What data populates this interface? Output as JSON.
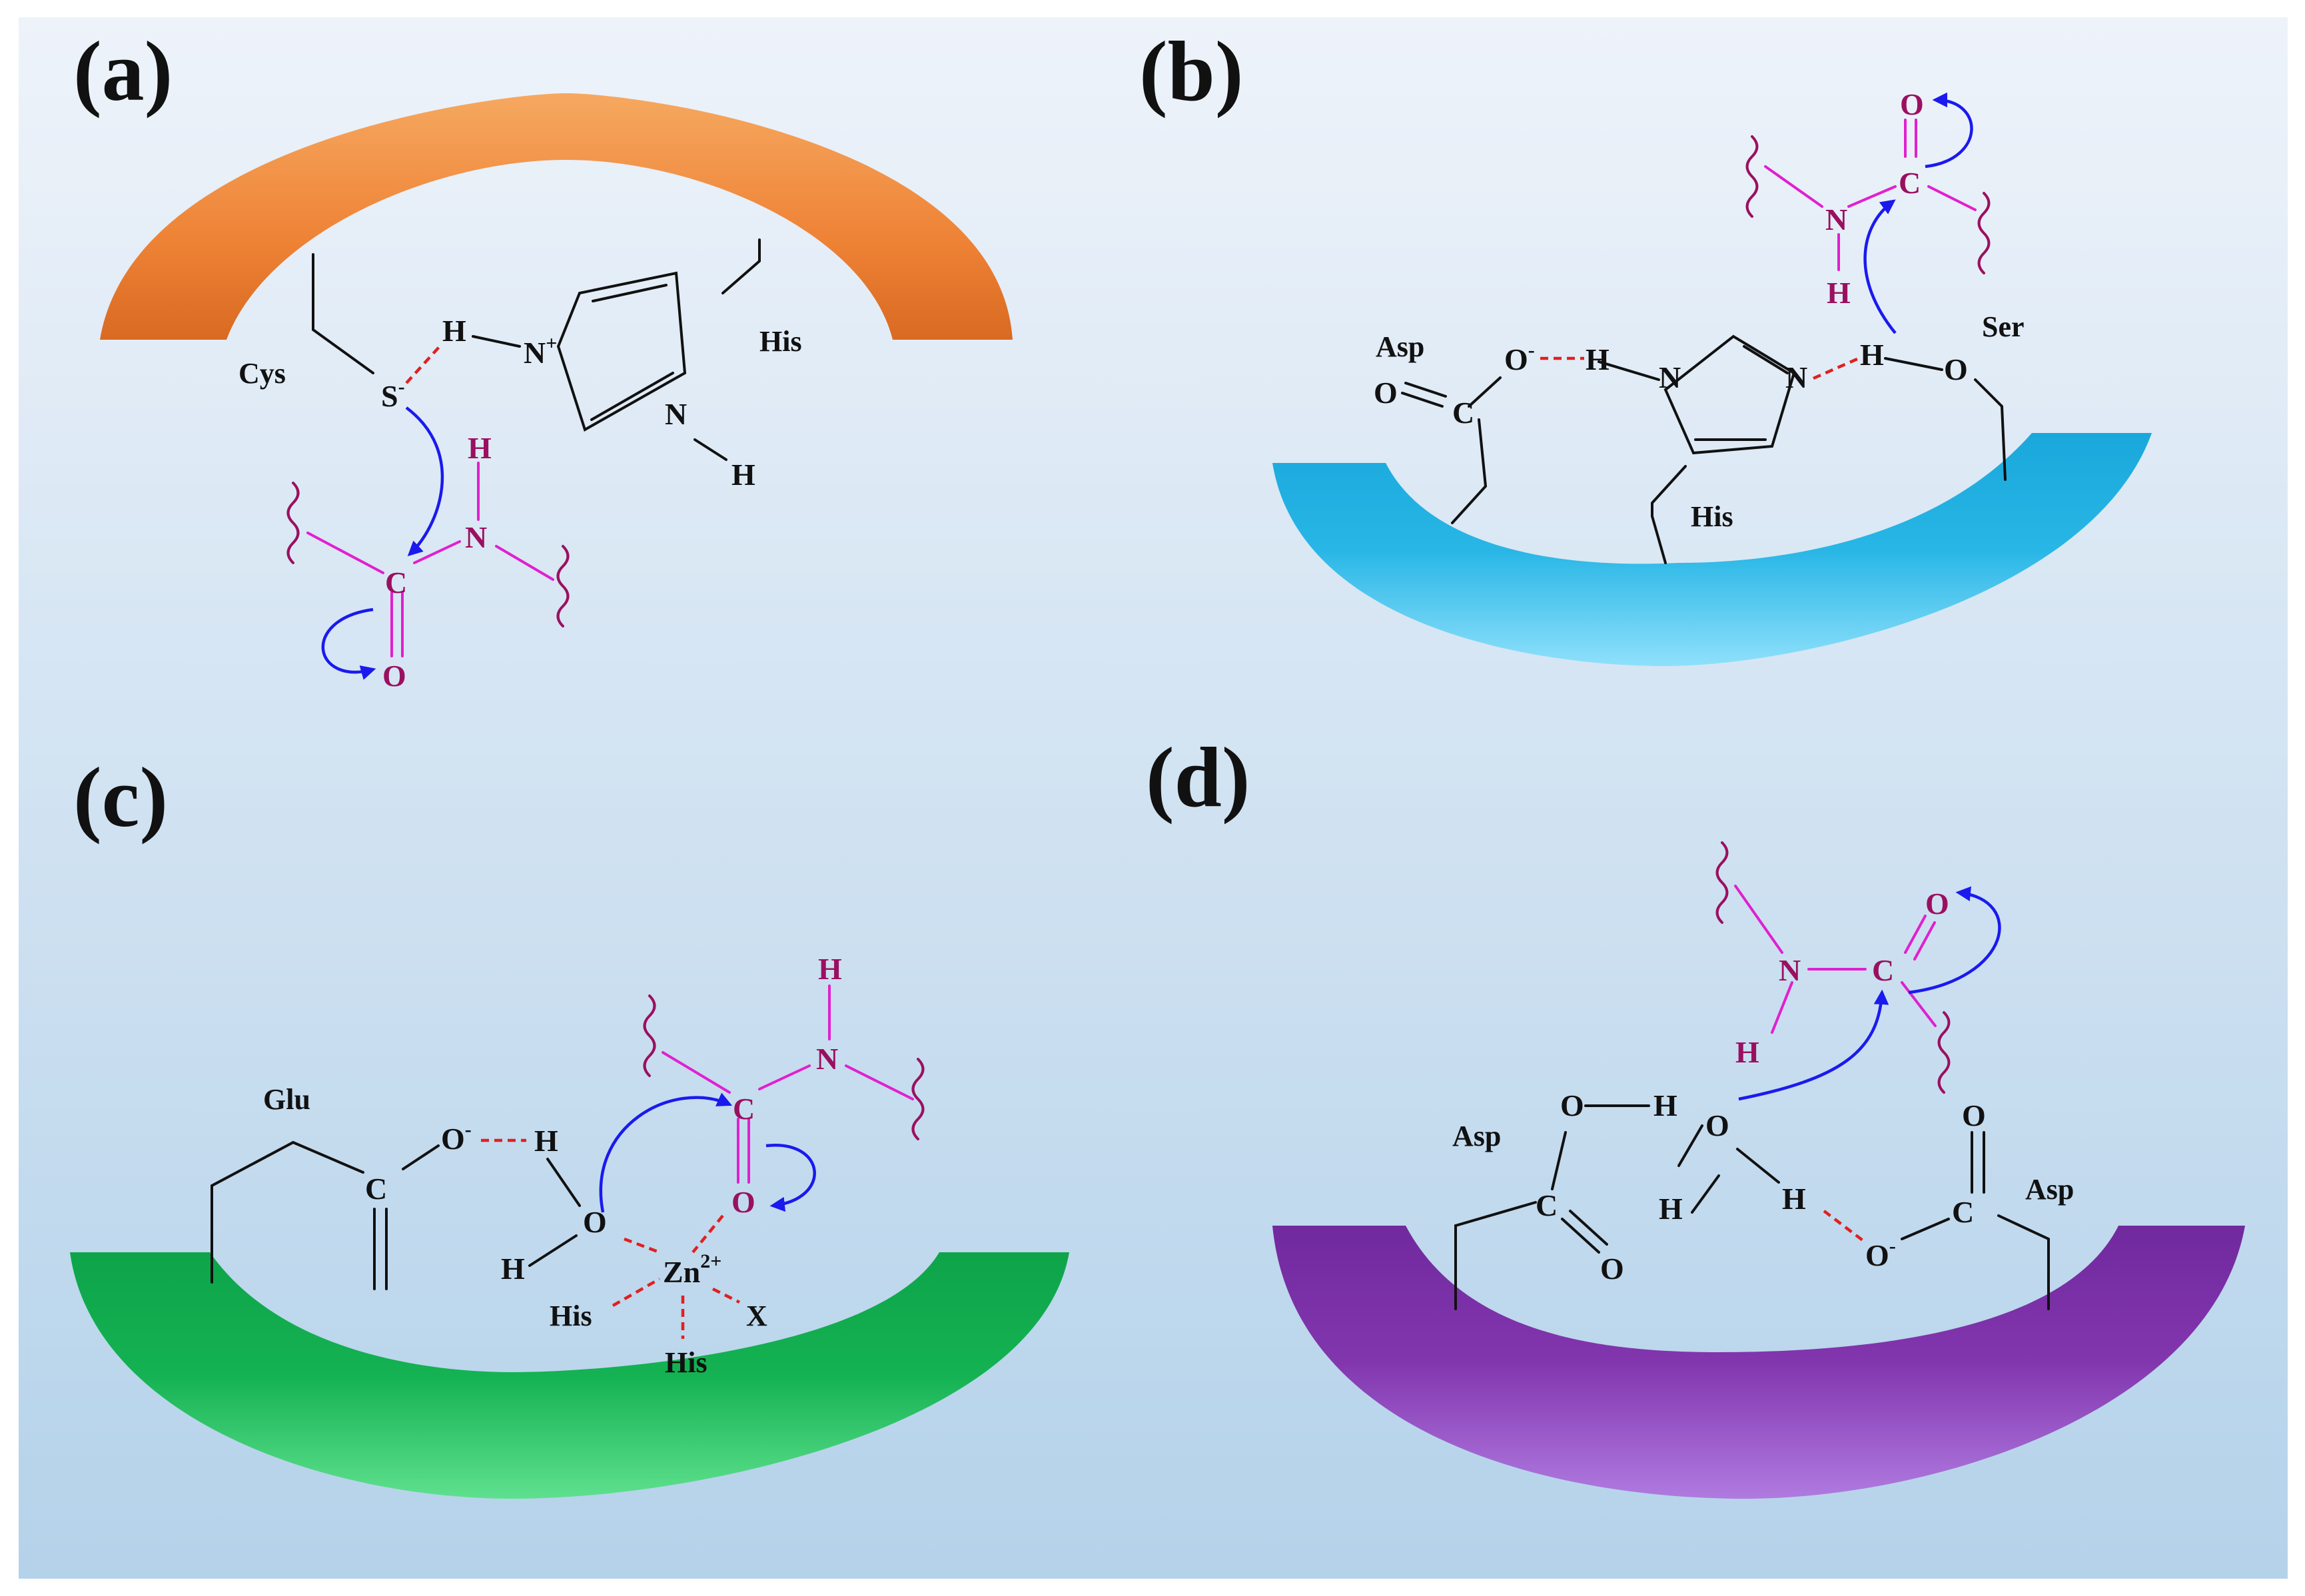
{
  "colors": {
    "background_top": "#eef3fa",
    "background_bottom": "#b4d2ea",
    "arc_a": "#ee8235",
    "arc_b": "#28b6e6",
    "arc_c": "#14b252",
    "arc_d": "#8236ae",
    "peptide_atoms": "#9a1060",
    "peptide_bonds": "#e020d0",
    "hbond": "#e02020",
    "arrow": "#1a1aee"
  },
  "panels": {
    "a": {
      "label": "(a)",
      "residues": {
        "cys": "Cys",
        "his": "His"
      },
      "atoms": {
        "s": "S",
        "s_charge": "-",
        "h1": "H",
        "n1": "N",
        "n1_charge": "+",
        "n2": "N",
        "h2": "H"
      },
      "peptide": {
        "h": "H",
        "n": "N",
        "c": "C",
        "o": "O"
      }
    },
    "b": {
      "label": "(b)",
      "residues": {
        "asp": "Asp",
        "his": "His",
        "ser": "Ser"
      },
      "atoms": {
        "o_carbonyl": "O",
        "c": "C",
        "o_anion": "O",
        "o_charge": "-",
        "h1": "H",
        "n1": "N",
        "n2": "N",
        "h2": "H",
        "o_ser": "O"
      },
      "peptide": {
        "o": "O",
        "c": "C",
        "n": "N",
        "h": "H"
      }
    },
    "c": {
      "label": "(c)",
      "residues": {
        "glu": "Glu",
        "his1": "His",
        "his2": "His",
        "x": "X"
      },
      "atoms": {
        "c": "C",
        "o_anion": "O",
        "o_charge": "-",
        "h_top": "H",
        "o_water": "O",
        "h_water": "H",
        "zn": "Zn",
        "zn_charge": "2+"
      },
      "peptide": {
        "h": "H",
        "n": "N",
        "c": "C",
        "o": "O"
      }
    },
    "d": {
      "label": "(d)",
      "residues": {
        "asp1": "Asp",
        "asp2": "Asp"
      },
      "atoms": {
        "o_oh": "O",
        "h_oh": "H",
        "c1": "C",
        "o_c1": "O",
        "o_water": "O",
        "h_water1": "H",
        "h_water2": "H",
        "o_top2": "O",
        "c2": "C",
        "o_anion": "O",
        "o_charge": "-"
      },
      "peptide": {
        "o": "O",
        "c": "C",
        "n": "N",
        "h": "H"
      }
    }
  }
}
